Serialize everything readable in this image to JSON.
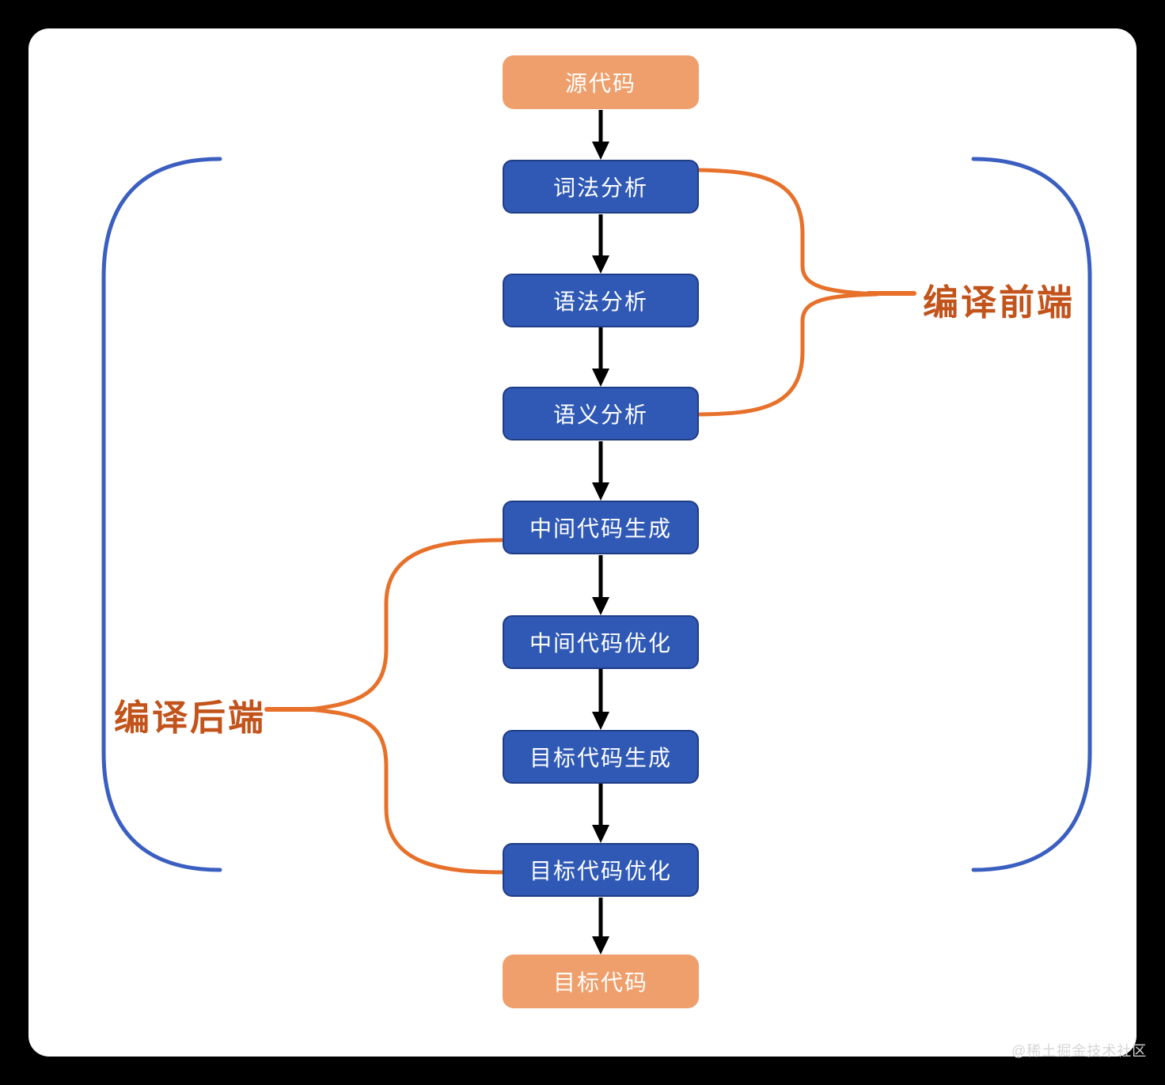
{
  "page": {
    "watermark": "@稀土掘金技术社区"
  },
  "diagram": {
    "title_implicit": "编译流程",
    "nodes": [
      {
        "id": "source-code",
        "label": "源代码",
        "type": "terminal"
      },
      {
        "id": "lexical-analysis",
        "label": "词法分析",
        "type": "process"
      },
      {
        "id": "syntax-analysis",
        "label": "语法分析",
        "type": "process"
      },
      {
        "id": "semantic-analysis",
        "label": "语义分析",
        "type": "process"
      },
      {
        "id": "intermediate-code-generation",
        "label": "中间代码生成",
        "type": "process"
      },
      {
        "id": "intermediate-code-optimization",
        "label": "中间代码优化",
        "type": "process"
      },
      {
        "id": "target-code-generation",
        "label": "目标代码生成",
        "type": "process"
      },
      {
        "id": "target-code-optimization",
        "label": "目标代码优化",
        "type": "process"
      },
      {
        "id": "target-code",
        "label": "目标代码",
        "type": "terminal"
      }
    ],
    "groups": [
      {
        "id": "compiler-frontend",
        "label": "编译前端",
        "side": "right",
        "covers": [
          "词法分析",
          "语法分析",
          "语义分析"
        ]
      },
      {
        "id": "compiler-backend",
        "label": "编译后端",
        "side": "left",
        "covers": [
          "中间代码生成",
          "中间代码优化",
          "目标代码生成",
          "目标代码优化"
        ]
      }
    ],
    "colors": {
      "process_fill": "#2F59B5",
      "process_border": "#1F3C86",
      "terminal_fill": "#EF9F6C",
      "node_text": "#FFFFFF",
      "orange_brace": "#E7712B",
      "group_label_text": "#C2531B",
      "blue_bracket": "#3B5FC0",
      "arrow": "#000000",
      "canvas": "#FFFFFF",
      "frame": "#000000"
    }
  }
}
